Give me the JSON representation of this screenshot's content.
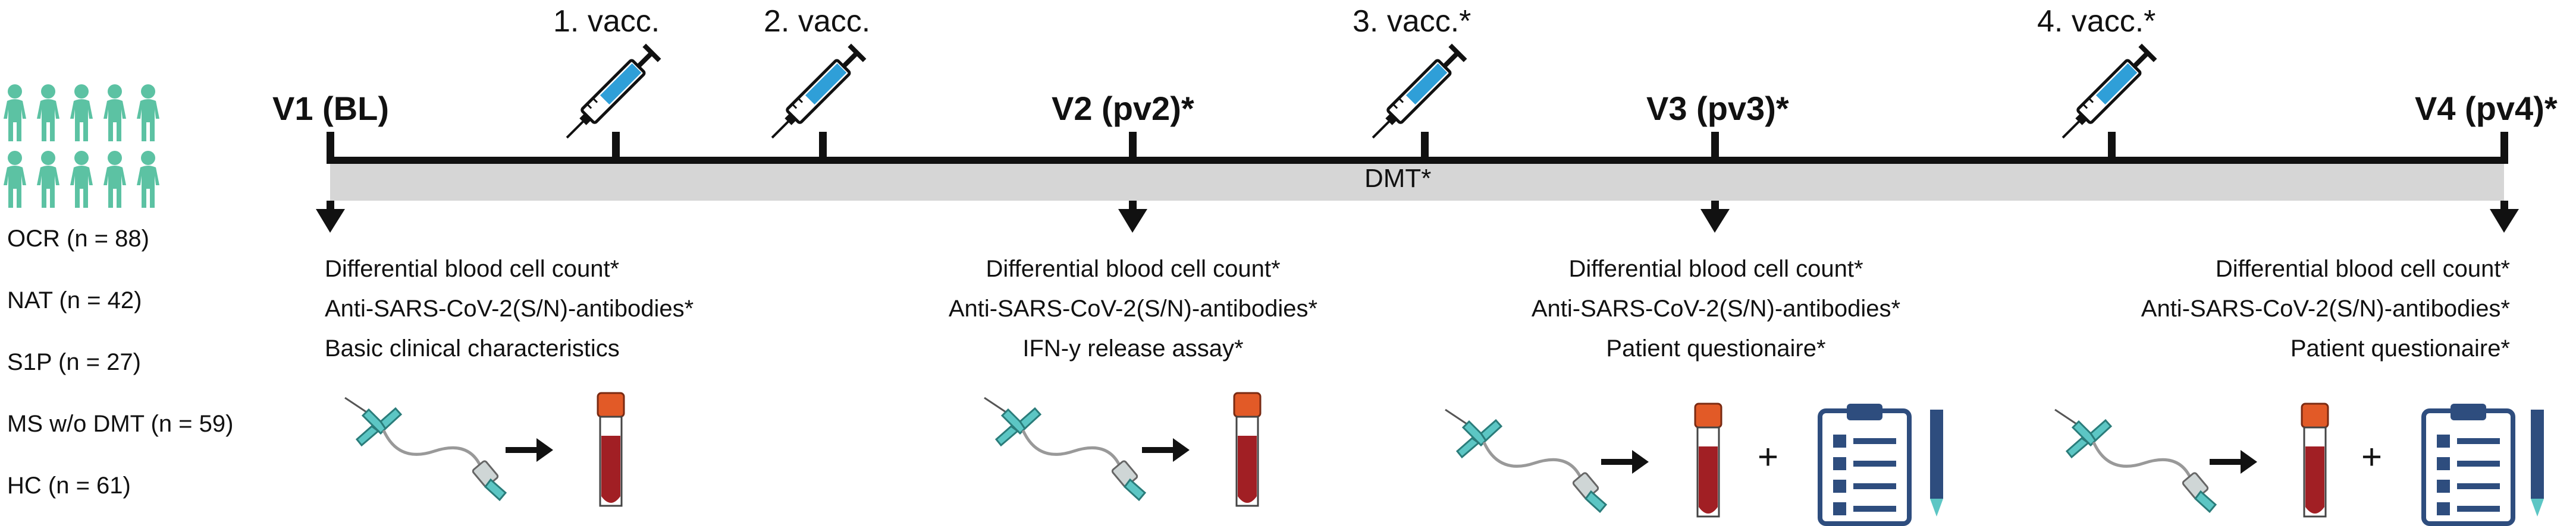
{
  "groups": [
    "OCR (n = 88)",
    "NAT (n = 42)",
    "S1P (n = 27)",
    "MS w/o DMT (n = 59)",
    "HC (n = 61)"
  ],
  "timeline": {
    "visits": [
      "V1 (BL)",
      "V2 (pv2)*",
      "V3 (pv3)*",
      "V4 (pv4)*"
    ],
    "vaccinations": [
      "1. vacc.",
      "2. vacc.",
      "3. vacc.*",
      "4. vacc.*"
    ],
    "dmt_label": "DMT*"
  },
  "measurements": {
    "v1": [
      "Differential blood cell count*",
      "Anti-SARS-CoV-2(S/N)-antibodies*",
      "Basic clinical characteristics"
    ],
    "v2": [
      "Differential blood cell count*",
      "Anti-SARS-CoV-2(S/N)-antibodies*",
      "IFN-y release assay*"
    ],
    "v3": [
      "Differential blood cell count*",
      "Anti-SARS-CoV-2(S/N)-antibodies*",
      "Patient questionaire*"
    ],
    "v4": [
      "Differential blood cell count*",
      "Anti-SARS-CoV-2(S/N)-antibodies*",
      "Patient questionaire*"
    ]
  },
  "plus_sign": "+",
  "colors": {
    "people": "#5cc2a3",
    "dmt_bar": "#d6d6d6",
    "blood": "#a11f24",
    "tube_cap": "#e25a27",
    "butterfly": "#5cc6c4",
    "clipboard": "#2e4d7e",
    "syringe_fluid": "#2f9fd8"
  },
  "icons": [
    "person-icon",
    "syringe-icon",
    "butterfly-needle-icon",
    "blood-tube-icon",
    "clipboard-icon",
    "pencil-icon",
    "arrow-right-icon",
    "arrow-down-icon"
  ]
}
